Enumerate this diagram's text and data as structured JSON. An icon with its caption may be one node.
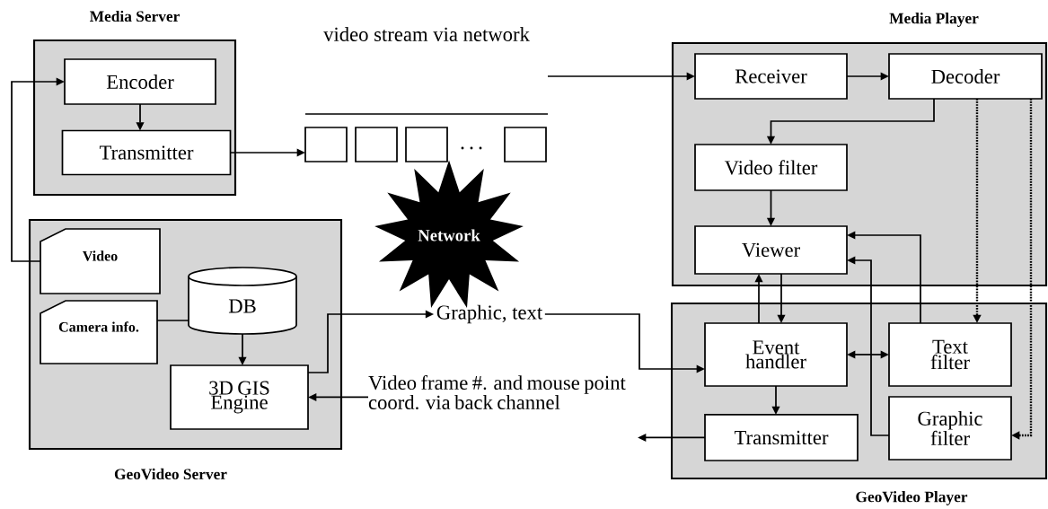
{
  "diagram": {
    "nodes": [
      {
        "text": [
          "Media Server"
        ]
      },
      {
        "text": [
          "Encoder"
        ],
        "in": 0
      },
      {
        "text": [
          "Transmitter"
        ],
        "in": 0
      },
      {
        "text": [
          "GeoVideo Server"
        ]
      },
      {
        "text": [
          "Video"
        ],
        "in": 3
      },
      {
        "text": [
          "Camera info."
        ],
        "in": 3
      },
      {
        "text": [
          "DB"
        ],
        "in": 3
      },
      {
        "text": [
          "3D GIS Engine"
        ],
        "in": 3
      },
      {
        "text": [
          "video stream via network"
        ]
      },
      {
        "text": [
          "Network"
        ]
      },
      {
        "text": [
          "Graphic, text"
        ]
      },
      {
        "text": [
          "Video frame #. and mouse point coord. via back channel"
        ]
      },
      {
        "text": [
          "Media Player"
        ]
      },
      {
        "text": [
          "Receiver"
        ],
        "in": 12
      },
      {
        "text": [
          "Decoder"
        ],
        "in": 12
      },
      {
        "text": [
          "Video filter"
        ],
        "in": 12
      },
      {
        "text": [
          "Viewer"
        ],
        "in": 12
      },
      {
        "text": [
          "GeoVideo Player"
        ]
      },
      {
        "text": [
          "Event handler"
        ],
        "in": 17
      },
      {
        "text": [
          "Text filter"
        ],
        "in": 17
      },
      {
        "text": [
          "Graphic filter"
        ],
        "in": 17
      },
      {
        "text": [
          "Transmitter"
        ],
        "in": 17
      }
    ],
    "edges": [
      {
        "from": 4,
        "to": 1,
        "arrow": "to"
      },
      {
        "from": 1,
        "to": 2,
        "arrow": "to"
      },
      {
        "from": 2,
        "to": 8,
        "arrow": "to"
      },
      {
        "from": 8,
        "to": 13,
        "arrow": "to"
      },
      {
        "from": 13,
        "to": 14,
        "arrow": "to"
      },
      {
        "from": 14,
        "to": 15,
        "arrow": "to"
      },
      {
        "from": 15,
        "to": 16,
        "arrow": "to"
      },
      {
        "from": 5,
        "to": 6,
        "arrow": "none"
      },
      {
        "from": 6,
        "to": 7,
        "arrow": "to"
      },
      {
        "from": 7,
        "to": 10,
        "arrow": "to"
      },
      {
        "from": 10,
        "to": 18,
        "arrow": "to"
      },
      {
        "from": 18,
        "to": 16,
        "arrow": "to"
      },
      {
        "from": 16,
        "to": 18,
        "arrow": "to"
      },
      {
        "from": 18,
        "to": 19,
        "arrow": "both"
      },
      {
        "from": 18,
        "to": 21,
        "arrow": "to"
      },
      {
        "from": 21,
        "to": 11,
        "arrow": "to"
      },
      {
        "from": 11,
        "to": 7,
        "arrow": "to"
      },
      {
        "from": 19,
        "to": 16,
        "arrow": "to"
      },
      {
        "from": 20,
        "to": 16,
        "arrow": "to"
      },
      {
        "from": 14,
        "to": 19,
        "arrow": "to",
        "style": "dashed"
      },
      {
        "from": 14,
        "to": 20,
        "arrow": "to",
        "style": "dashed"
      }
    ]
  }
}
